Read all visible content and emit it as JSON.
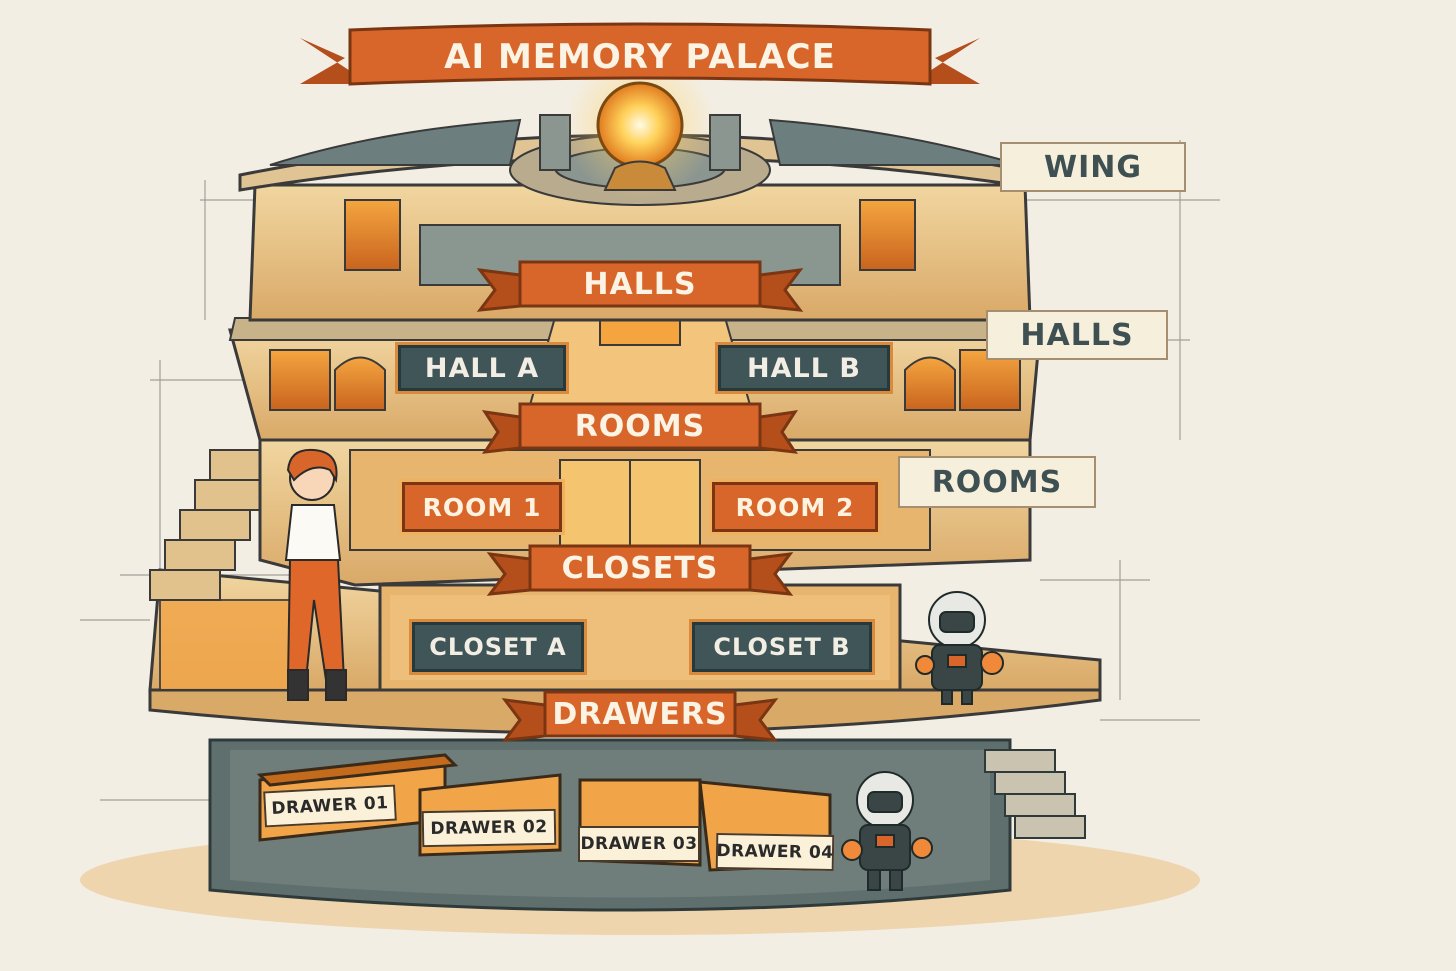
{
  "title": "AI MEMORY PALACE",
  "banners": {
    "halls": "HALLS",
    "rooms": "ROOMS",
    "closets": "CLOSETS",
    "drawers": "DRAWERS"
  },
  "halls": [
    "HALL A",
    "HALL B"
  ],
  "rooms": [
    "ROOM 1",
    "ROOM 2"
  ],
  "closets": [
    "CLOSET A",
    "CLOSET B"
  ],
  "drawers": [
    "DRAWER 01",
    "DRAWER 02",
    "DRAWER 03",
    "DRAWER 04"
  ],
  "side_labels": {
    "wing": "WING",
    "halls": "HALLS",
    "rooms": "ROOMS"
  },
  "colors": {
    "paper": "#f3eee4",
    "copper": "#d8662a",
    "slate": "#3f5558",
    "stone": "#e8c98f",
    "glow": "#ffcc55"
  }
}
